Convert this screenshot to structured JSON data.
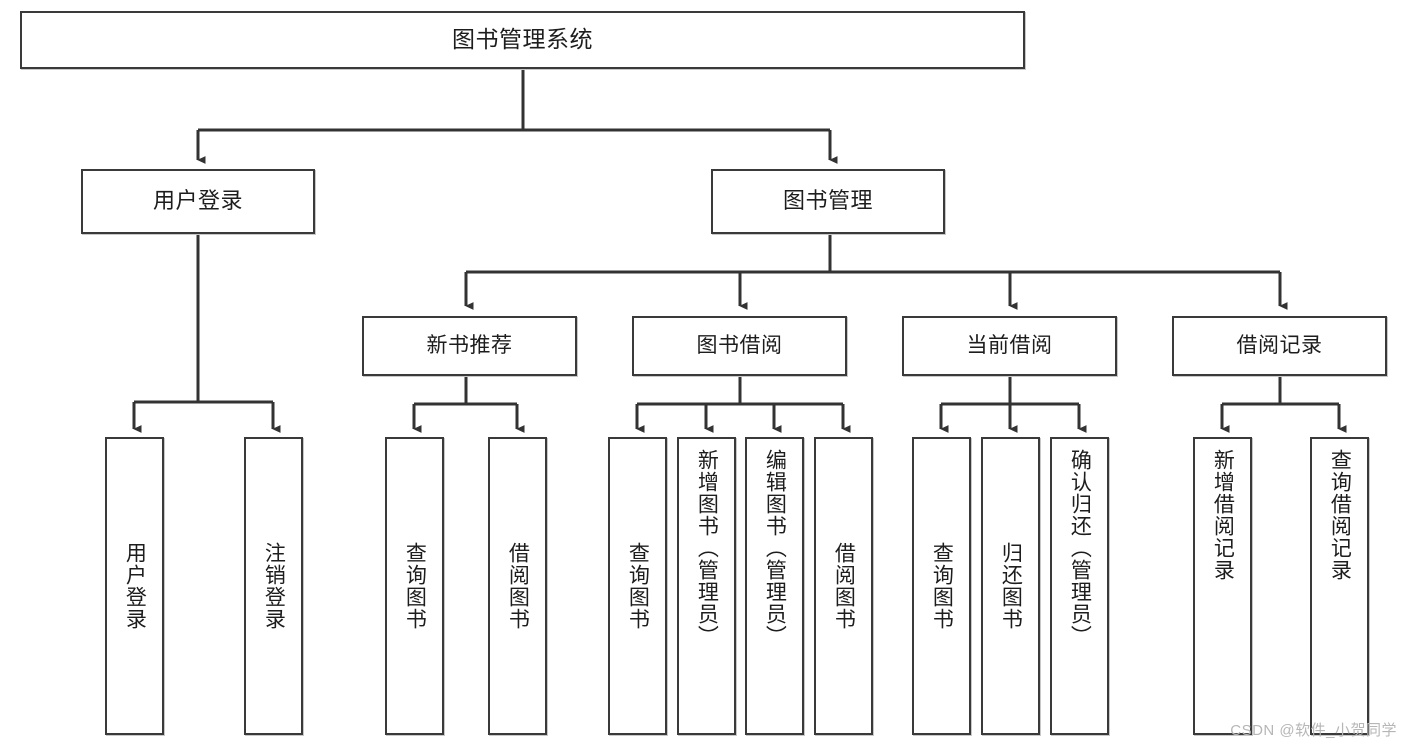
{
  "diagram": {
    "title": "图书管理系统",
    "watermark": "CSDN @软件_小贺同学",
    "colors": {
      "box_border": "#3a3a3a",
      "box_fill": "#ffffff",
      "connector": "#333333",
      "text": "#1d1d1d",
      "watermark": "#b6b6b6"
    },
    "root": {
      "label": "图书管理系统"
    },
    "level2": [
      {
        "label": "用户登录"
      },
      {
        "label": "图书管理"
      }
    ],
    "level3": [
      {
        "label": "新书推荐"
      },
      {
        "label": "图书借阅"
      },
      {
        "label": "当前借阅"
      },
      {
        "label": "借阅记录"
      }
    ],
    "leaves": {
      "user_login": [
        {
          "label": "用户登录"
        },
        {
          "label": "注销登录"
        }
      ],
      "new_book": [
        {
          "label": "查询图书"
        },
        {
          "label": "借阅图书"
        }
      ],
      "book_borrow": [
        {
          "label": "查询图书"
        },
        {
          "label": "新增图书（管理员）"
        },
        {
          "label": "编辑图书（管理员）"
        },
        {
          "label": "借阅图书"
        }
      ],
      "current_borrow": [
        {
          "label": "查询图书"
        },
        {
          "label": "归还图书"
        },
        {
          "label": "确认归还（管理员）"
        }
      ],
      "borrow_record": [
        {
          "label": "新增借阅记录"
        },
        {
          "label": "查询借阅记录"
        }
      ]
    }
  }
}
